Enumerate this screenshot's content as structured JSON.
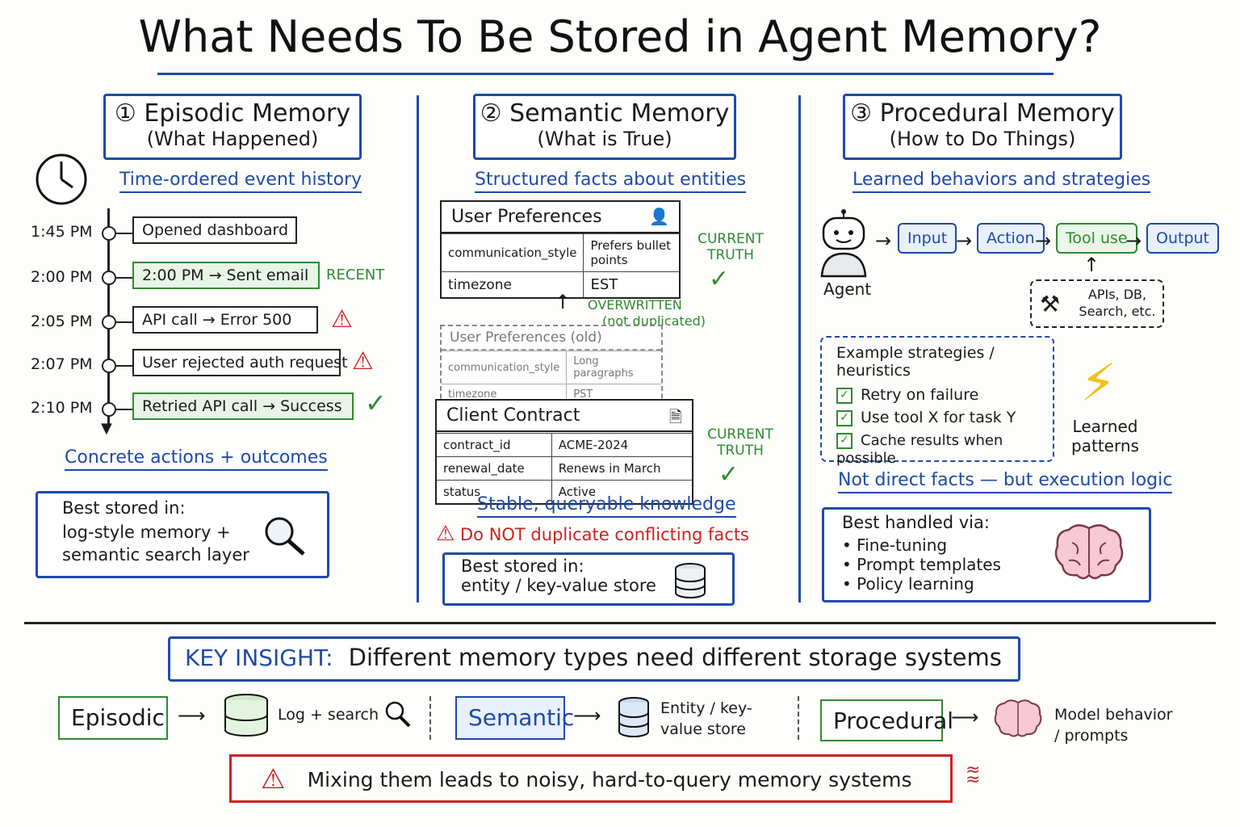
{
  "title": "What Needs To Be Stored in Agent Memory?",
  "episodic": {
    "num": "①",
    "heading": "Episodic Memory",
    "subheading": "(What Happened)",
    "tagline": "Time-ordered event history",
    "events": [
      {
        "time": "1:45 PM",
        "label": "Opened dashboard"
      },
      {
        "time": "2:00 PM",
        "label": "2:00 PM → Sent email",
        "note": "RECENT"
      },
      {
        "time": "2:05 PM",
        "label": "API call → Error 500"
      },
      {
        "time": "2:07 PM",
        "label": "User rejected auth request"
      },
      {
        "time": "2:10 PM",
        "label": "Retried API call → Success"
      }
    ],
    "footer": "Concrete actions + outcomes",
    "best_title": "Best stored in:",
    "best_line1": "log-style memory +",
    "best_line2": "semantic search layer"
  },
  "semantic": {
    "num": "②",
    "heading": "Semantic Memory",
    "subheading": "(What is True)",
    "tagline": "Structured facts about entities",
    "prefs_title": "User Preferences",
    "prefs_rows": [
      [
        "communication_style",
        "Prefers bullet points"
      ],
      [
        "timezone",
        "EST"
      ]
    ],
    "current_truth": "CURRENT TRUTH",
    "overwritten": "OVERWRITTEN",
    "not_duplicated": "(not duplicated)",
    "old_title": "User Preferences (old)",
    "old_rows": [
      [
        "communication_style",
        "Long paragraphs"
      ],
      [
        "timezone",
        "PST"
      ]
    ],
    "contract_title": "Client Contract",
    "contract_rows": [
      [
        "contract_id",
        "ACME-2024"
      ],
      [
        "renewal_date",
        "Renews in March"
      ],
      [
        "status",
        "Active"
      ]
    ],
    "footer": "Stable, queryable knowledge",
    "warning": "Do NOT duplicate conflicting facts",
    "best_title": "Best stored in:",
    "best_line": "entity / key-value store"
  },
  "procedural": {
    "num": "③",
    "heading": "Procedural Memory",
    "subheading": "(How to Do Things)",
    "tagline": "Learned behaviors and strategies",
    "agent_label": "Agent",
    "flow": [
      "Input",
      "Action",
      "Tool use",
      "Output"
    ],
    "tools_label": "APIs, DB, Search, etc.",
    "strategies_title": "Example strategies / heuristics",
    "strategies": [
      "Retry on failure",
      "Use tool X for task Y",
      "Cache results when possible"
    ],
    "learned": "Learned patterns",
    "footer": "Not direct facts — but execution logic",
    "best_title": "Best handled via:",
    "best_items": [
      "Fine-tuning",
      "Prompt templates",
      "Policy learning"
    ]
  },
  "insight": {
    "label": "KEY INSIGHT:",
    "text": "Different memory types need different storage systems",
    "rows": [
      {
        "type": "Episodic",
        "target": "Log + search"
      },
      {
        "type": "Semantic",
        "target": "Entity / key-value store"
      },
      {
        "type": "Procedural",
        "target": "Model behavior / prompts"
      }
    ],
    "warning": "Mixing them leads to noisy, hard-to-query memory systems"
  }
}
